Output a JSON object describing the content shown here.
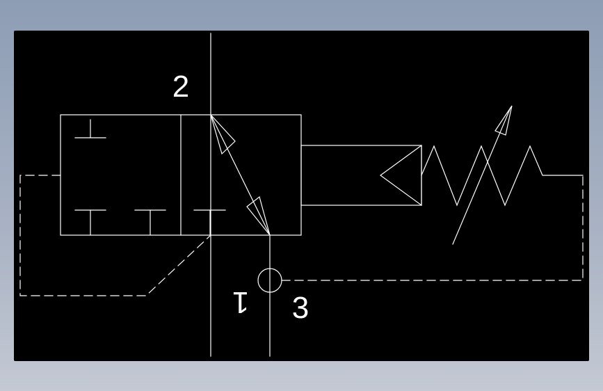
{
  "drawing": {
    "background_color": "#000000",
    "line_color": "#ffffff",
    "port_labels": {
      "port_2": "2",
      "port_1": "1",
      "port_3": "3"
    }
  }
}
